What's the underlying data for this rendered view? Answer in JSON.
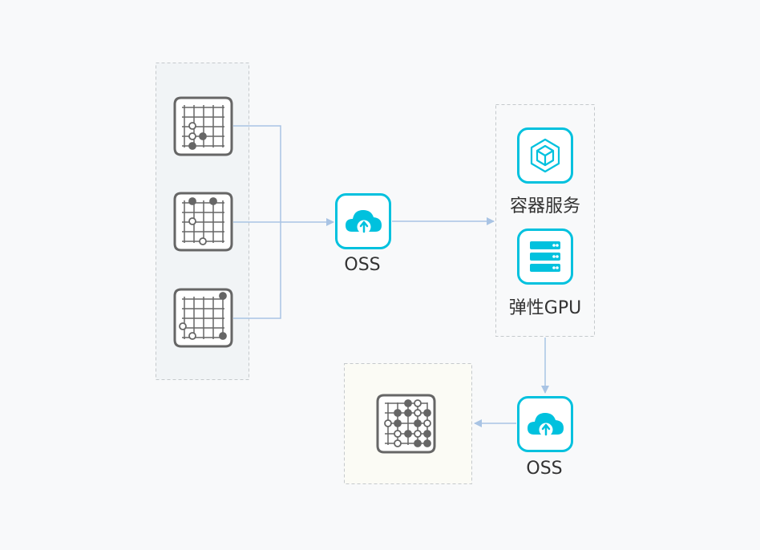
{
  "diagram": {
    "nodes": {
      "oss_top": {
        "label": "OSS",
        "icon": "cloud-upload-icon"
      },
      "container_service": {
        "label": "容器服务",
        "icon": "cube-icon"
      },
      "elastic_gpu": {
        "label": "弹性GPU",
        "icon": "server-icon"
      },
      "oss_bottom": {
        "label": "OSS",
        "icon": "cloud-upload-icon"
      }
    },
    "input_boards": [
      {
        "icon": "go-board-icon"
      },
      {
        "icon": "go-board-icon"
      },
      {
        "icon": "go-board-icon"
      }
    ],
    "output_board": {
      "icon": "go-board-icon"
    },
    "colors": {
      "accent": "#00c1de",
      "connector": "#a9c4e4",
      "board_stroke": "#666666",
      "input_group_bg": "#f1f4f6",
      "output_group_bg": "#fbfbf5"
    }
  }
}
